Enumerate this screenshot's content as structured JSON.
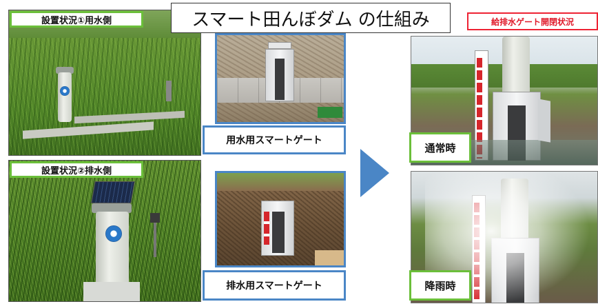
{
  "title": "スマート田んぼダム の仕組み",
  "site_labels": {
    "irrigation_side": "設置状況①用水側",
    "drainage_side": "設置状況②排水側"
  },
  "gate_captions": {
    "irrigation_gate": "用水用スマートゲート",
    "drainage_gate": "排水用スマートゲート"
  },
  "gate_state_title": "給排水ゲート開閉状況",
  "states": {
    "normal": "通常時",
    "rain": "降雨時"
  },
  "colors": {
    "frame_blue": "#4a86c6",
    "label_green": "#6bbf3a",
    "title_red": "#e0192a",
    "arrow": "#4a86c6"
  },
  "icons": {
    "arrow": "right-triangle-arrow"
  }
}
